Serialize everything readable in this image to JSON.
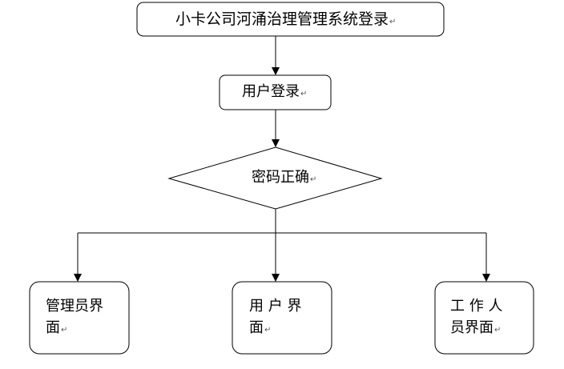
{
  "diagram": {
    "nodes": {
      "title": {
        "text": "小卡公司河涌治理管理系统登录"
      },
      "login": {
        "text": "用户登录"
      },
      "check": {
        "text": "密码正确"
      },
      "admin": {
        "line1": "管理员界",
        "line2": "面"
      },
      "user": {
        "line1": "用 户 界",
        "line2": "面"
      },
      "staff": {
        "line1": "工 作 人",
        "line2": "员界面"
      }
    },
    "paragraph_mark": "↵"
  }
}
